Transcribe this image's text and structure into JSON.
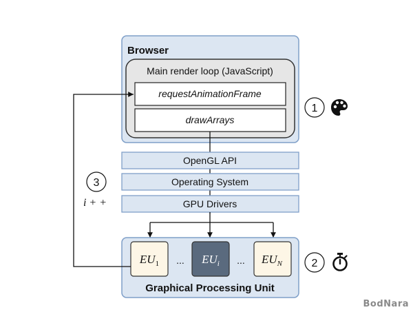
{
  "browser": {
    "title": "Browser",
    "main_loop": {
      "title": "Main render loop (JavaScript)",
      "calls": [
        "requestAnimationFrame",
        "drawArrays"
      ]
    }
  },
  "layers": [
    "OpenGL API",
    "Operating System",
    "GPU Drivers"
  ],
  "gpu": {
    "title": "Graphical Processing Unit",
    "units": [
      {
        "base": "EU",
        "sub": "1",
        "highlight": false
      },
      {
        "base": "EU",
        "sub": "i",
        "highlight": true
      },
      {
        "base": "EU",
        "sub": "N",
        "highlight": false
      }
    ],
    "ellipsis": "..."
  },
  "steps": [
    {
      "number": "1",
      "icon": "palette-icon"
    },
    {
      "number": "2",
      "icon": "stopwatch-icon"
    },
    {
      "number": "3",
      "label": "i++"
    }
  ],
  "watermark": "BodNara",
  "colors": {
    "panel_fill": "#dce6f2",
    "panel_stroke": "#7f9fc8",
    "loop_fill": "#e6e6e6",
    "eu_fill": "#fdf6e6",
    "eu_highlight": "#5a6a7e"
  }
}
